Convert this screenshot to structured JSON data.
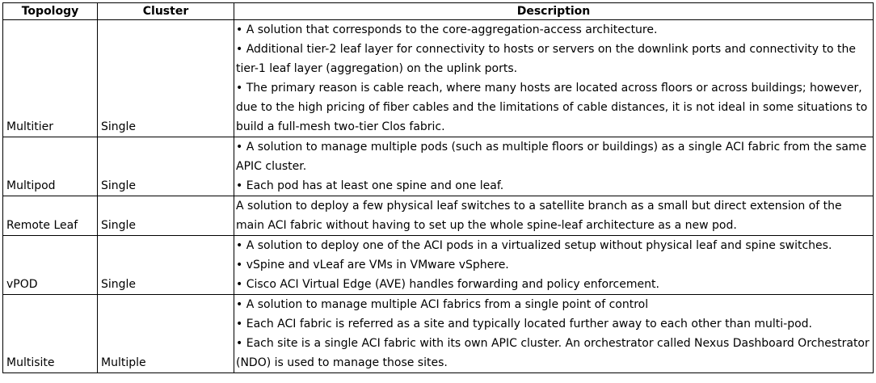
{
  "headers": [
    "Topology",
    "Cluster",
    "Description"
  ],
  "rows": [
    {
      "topology": "Multitier",
      "cluster": "Single",
      "lines": [
        "A solution that corresponds to the core-aggregation-access architecture.",
        "Additional tier-2 leaf layer for connectivity to hosts or servers on the downlink ports and connectivity to the tier-1 leaf layer (aggregation) on the uplink ports.",
        "The primary reason is cable reach, where many hosts are located across floors or across buildings; however, due to the high pricing of fiber cables and the limitations of cable distances, it is not ideal in some situations to build a full-mesh two-tier Clos fabric."
      ]
    },
    {
      "topology": "Multipod",
      "cluster": "Single",
      "lines": [
        "A solution to manage multiple pods (such as multiple floors or buildings) as a single ACI fabric from the same APIC cluster.",
        "Each pod has at least one spine and one leaf."
      ]
    },
    {
      "topology": "Remote Leaf",
      "cluster": "Single",
      "text": "A solution to deploy a few physical leaf switches to a satellite branch as a small but direct extension of the main ACI fabric without having to set up the whole spine-leaf architecture as a new pod."
    },
    {
      "topology": "vPOD",
      "cluster": "Single",
      "lines": [
        "A solution to deploy one of the ACI pods in a virtualized setup without physical leaf and spine switches.",
        "vSpine and vLeaf are VMs in VMware vSphere.",
        "Cisco ACI Virtual Edge (AVE) handles forwarding and policy enforcement."
      ]
    },
    {
      "topology": "Multisite",
      "cluster": "Multiple",
      "lines": [
        "A solution to manage multiple ACI fabrics from a single point of control",
        "Each ACI fabric is referred as a site and typically located further away to each other than multi-pod.",
        "Each site is a single ACI fabric with its own APIC cluster. An orchestrator called Nexus Dashboard Orchestrator (NDO) is used to manage those sites."
      ]
    }
  ]
}
